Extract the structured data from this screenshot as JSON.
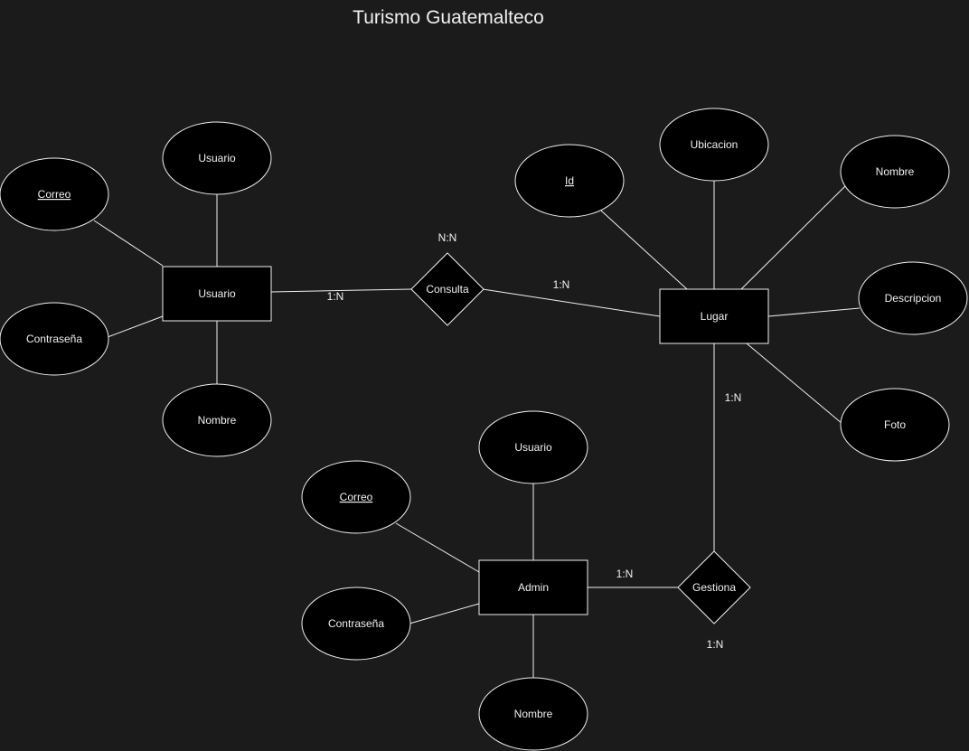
{
  "diagram": {
    "title": "Turismo Guatemalteco",
    "entities": {
      "usuario": "Usuario",
      "lugar": "Lugar",
      "admin": "Admin"
    },
    "relationships": {
      "consulta": "Consulta",
      "gestiona": "Gestiona"
    },
    "attributes": {
      "usuario": {
        "correo": "Correo",
        "usuario": "Usuario",
        "contrasena": "Contraseña",
        "nombre": "Nombre"
      },
      "lugar": {
        "id": "Id",
        "ubicacion": "Ubicacion",
        "nombre": "Nombre",
        "descripcion": "Descripcion",
        "foto": "Foto"
      },
      "admin": {
        "correo": "Correo",
        "usuario": "Usuario",
        "contrasena": "Contraseña",
        "nombre": "Nombre"
      }
    },
    "cardinalities": {
      "consulta_top": "N:N",
      "usuario_consulta": "1:N",
      "consulta_lugar": "1:N",
      "lugar_gestiona": "1:N",
      "admin_gestiona": "1:N",
      "gestiona_bottom": "1:N"
    },
    "key_attributes": [
      "usuario.correo",
      "lugar.id",
      "admin.correo"
    ],
    "colors": {
      "background": "#1b1b1b",
      "shape_fill": "#000000",
      "stroke": "#f0f0f0",
      "text": "#f0f0f0"
    }
  }
}
